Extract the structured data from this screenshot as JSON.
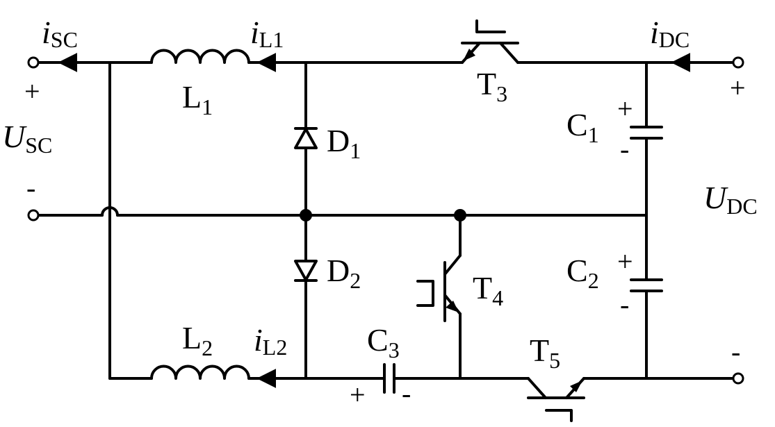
{
  "currents": {
    "i_sc": {
      "sym": "i",
      "sub": "SC"
    },
    "i_l1": {
      "sym": "i",
      "sub": "L1"
    },
    "i_dc": {
      "sym": "i",
      "sub": "DC"
    },
    "i_l2": {
      "sym": "i",
      "sub": "L2"
    }
  },
  "voltages": {
    "u_sc": {
      "sym": "U",
      "sub": "SC"
    },
    "u_dc": {
      "sym": "U",
      "sub": "DC"
    }
  },
  "components": {
    "L1": {
      "sym": "L",
      "sub": "1"
    },
    "L2": {
      "sym": "L",
      "sub": "2"
    },
    "D1": {
      "sym": "D",
      "sub": "1"
    },
    "D2": {
      "sym": "D",
      "sub": "2"
    },
    "T3": {
      "sym": "T",
      "sub": "3"
    },
    "T4": {
      "sym": "T",
      "sub": "4"
    },
    "T5": {
      "sym": "T",
      "sub": "5"
    },
    "C1": {
      "sym": "C",
      "sub": "1"
    },
    "C2": {
      "sym": "C",
      "sub": "2"
    },
    "C3": {
      "sym": "C",
      "sub": "3"
    }
  },
  "signs": {
    "plus": "+",
    "minus": "-"
  }
}
